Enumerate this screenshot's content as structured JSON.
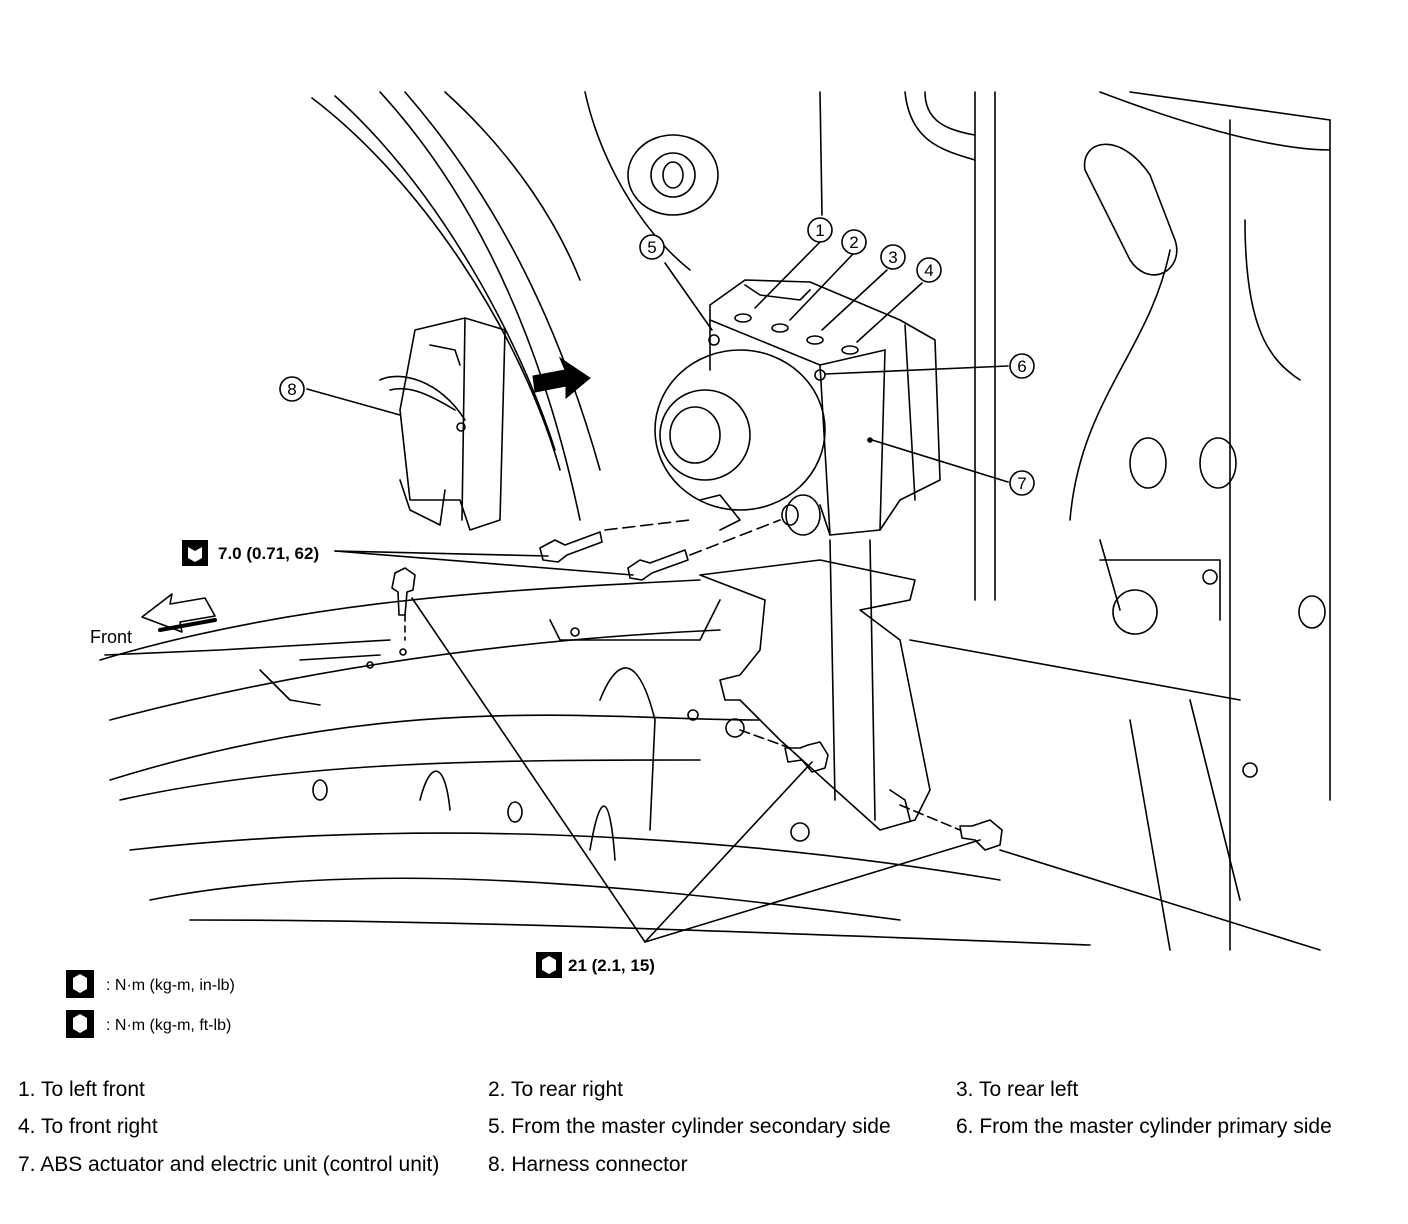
{
  "callouts": [
    "1",
    "2",
    "3",
    "4",
    "5",
    "6",
    "7",
    "8"
  ],
  "torque": {
    "upper": "7.0 (0.71, 62)",
    "lower": "21 (2.1, 15)"
  },
  "front_label": "Front",
  "legend": {
    "nm_kgm_inlb": ": N·m (kg-m, in-lb)",
    "nm_kgm_ftlb": ": N·m (kg-m, ft-lb)"
  },
  "notes": [
    "1. To left front",
    "2. To rear right",
    "3. To rear left",
    "4. To front right",
    "5. From the master cylinder secondary side",
    "6. From the master cylinder primary side",
    "7. ABS actuator and electric unit (control unit)",
    "8. Harness connector"
  ]
}
